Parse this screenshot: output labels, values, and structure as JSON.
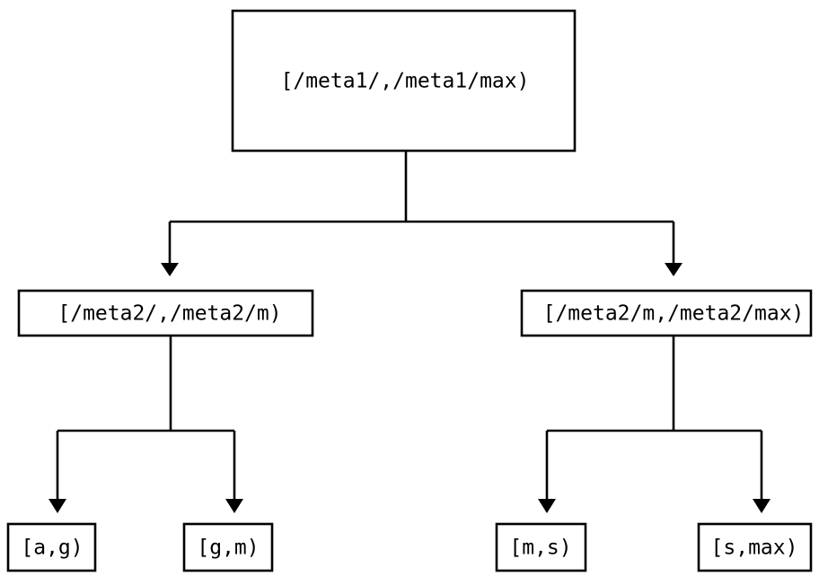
{
  "diagram": {
    "type": "tree",
    "title": "",
    "background_color": "#ffffff",
    "line_color": "#000000",
    "text_color": "#000000",
    "box_fill": "#ffffff",
    "levels": [
      {
        "level": 0,
        "nodes": [
          {
            "id": "root",
            "label": "[/meta1/,/meta1/max)"
          }
        ]
      },
      {
        "level": 1,
        "nodes": [
          {
            "id": "l1",
            "label": "[/meta2/,/meta2/m)"
          },
          {
            "id": "l2",
            "label": "[/meta2/m,/meta2/max)"
          }
        ]
      },
      {
        "level": 2,
        "nodes": [
          {
            "id": "leaf1",
            "label": "[a,g)"
          },
          {
            "id": "leaf2",
            "label": "[g,m)"
          },
          {
            "id": "leaf3",
            "label": "[m,s)"
          },
          {
            "id": "leaf4",
            "label": "[s,max)"
          }
        ]
      }
    ],
    "edges": [
      {
        "from": "root",
        "to": "l1"
      },
      {
        "from": "root",
        "to": "l2"
      },
      {
        "from": "l1",
        "to": "leaf1"
      },
      {
        "from": "l1",
        "to": "leaf2"
      },
      {
        "from": "l2",
        "to": "leaf3"
      },
      {
        "from": "l2",
        "to": "leaf4"
      }
    ]
  },
  "nodes": {
    "root": {
      "label": "[/meta1/,/meta1/max)"
    },
    "level1_left": {
      "label": "[/meta2/,/meta2/m)"
    },
    "level1_right": {
      "label": "[/meta2/m,/meta2/max)"
    },
    "leaf_a_g": {
      "label": "[a,g)"
    },
    "leaf_g_m": {
      "label": "[g,m)"
    },
    "leaf_m_s": {
      "label": "[m,s)"
    },
    "leaf_s_max": {
      "label": "[s,max)"
    }
  }
}
